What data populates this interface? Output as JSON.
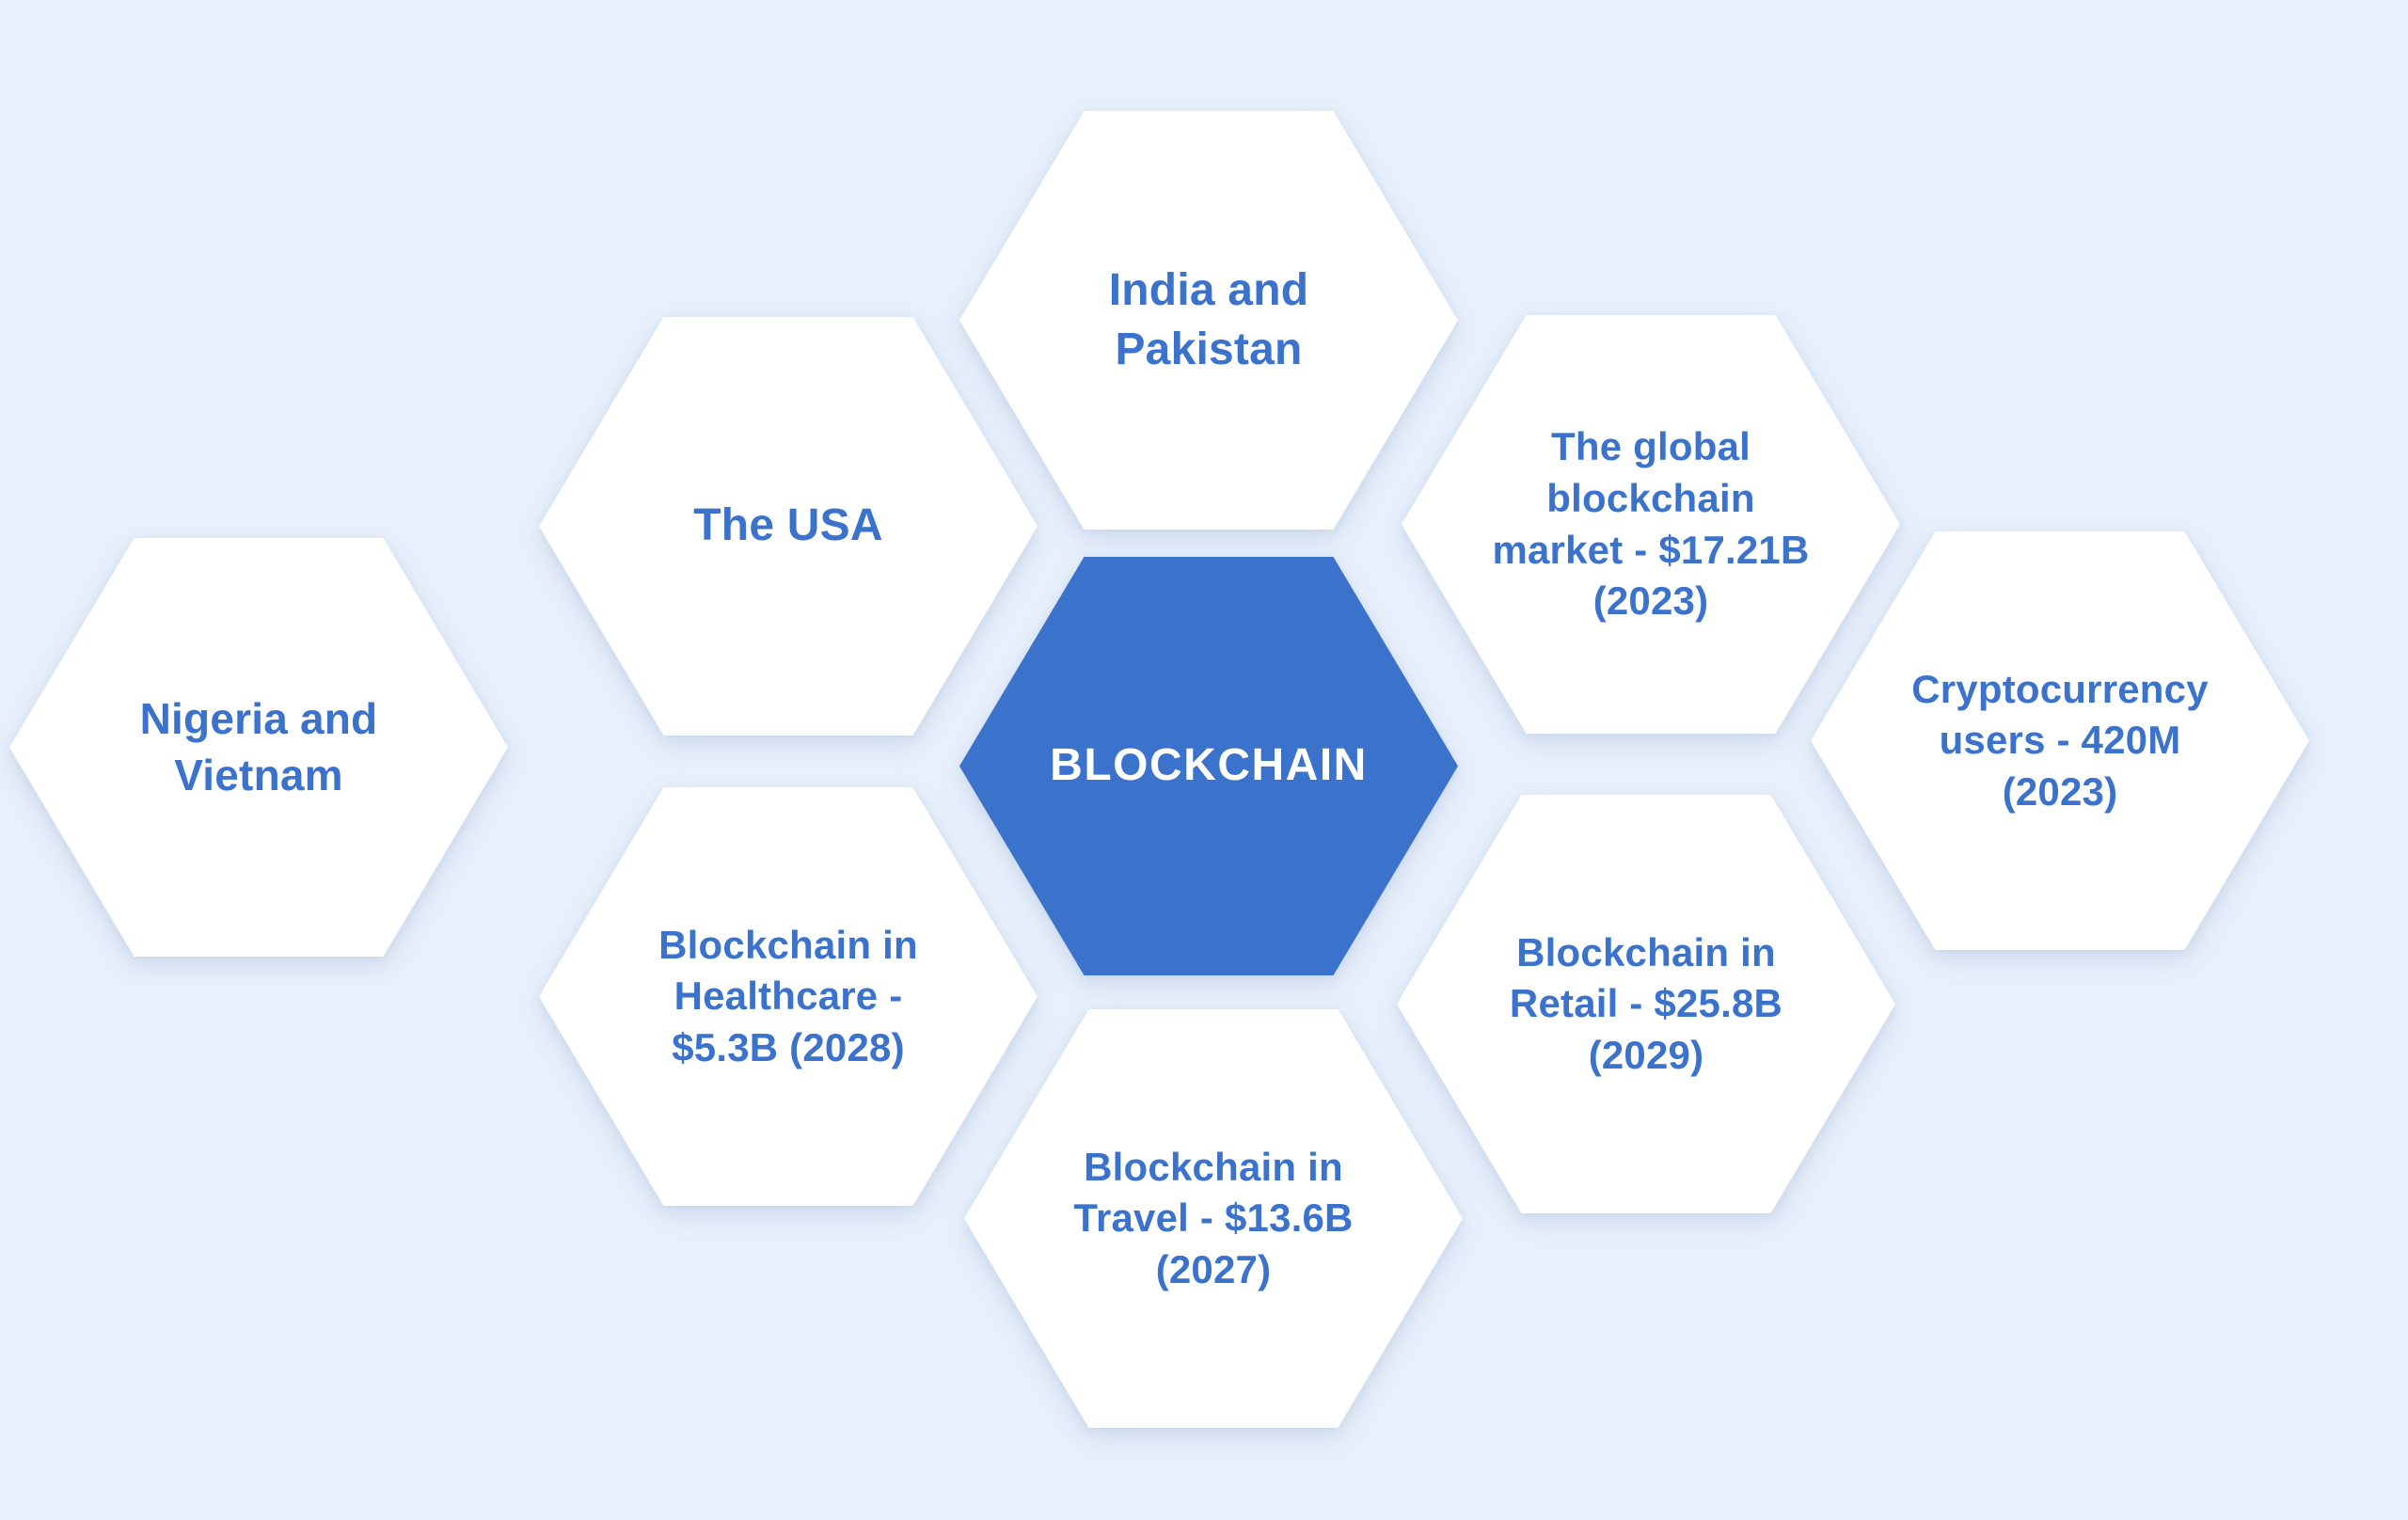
{
  "theme": {
    "background_color": "#e8f0fb",
    "accent_color": "#3a72cc",
    "hex_fill_color": "#ffffff",
    "accent_text_color": "#ffffff"
  },
  "diagram": {
    "type": "honeycomb",
    "center": {
      "id": "blockchain-center",
      "label": "BLOCKCHAIN"
    },
    "cells": [
      {
        "id": "nigeria-vietnam",
        "label": "Nigeria and Vietnam",
        "category": "country"
      },
      {
        "id": "the-usa",
        "label": "The USA",
        "category": "country"
      },
      {
        "id": "india-pakistan",
        "label": "India and Pakistan",
        "category": "country"
      },
      {
        "id": "global-blockchain-market",
        "label": "The global blockchain market - $17.21B (2023)",
        "category": "market-size",
        "value": "$17.21B",
        "year": "2023"
      },
      {
        "id": "cryptocurrency-users",
        "label": "Cryptocurrency users - 420M (2023)",
        "category": "users",
        "value": "420M",
        "year": "2023"
      },
      {
        "id": "blockchain-retail",
        "label": "Blockchain in Retail - $25.8B (2029)",
        "category": "market-size",
        "value": "$25.8B",
        "year": "2029"
      },
      {
        "id": "blockchain-travel",
        "label": "Blockchain in Travel - $13.6B (2027)",
        "category": "market-size",
        "value": "$13.6B",
        "year": "2027"
      },
      {
        "id": "blockchain-healthcare",
        "label": "Blockchain in Healthcare - $5.3B (2028)",
        "category": "market-size",
        "value": "$5.3B",
        "year": "2028"
      }
    ]
  }
}
